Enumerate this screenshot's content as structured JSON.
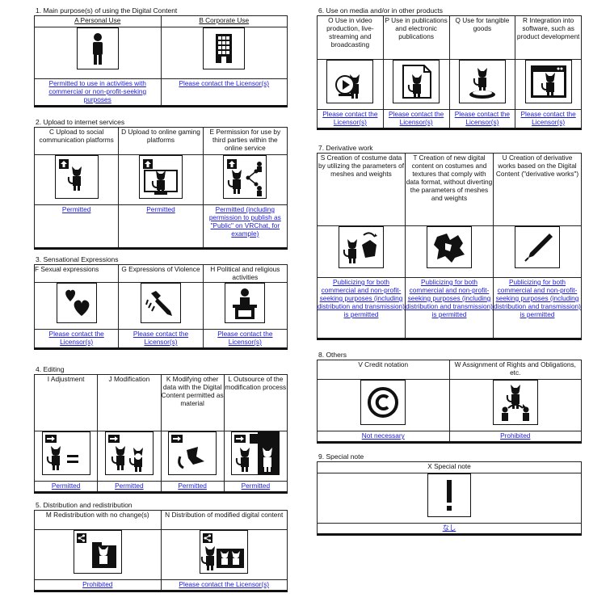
{
  "s1": {
    "title": "1. Main purpose(s) of using the Digital Content",
    "cols": [
      {
        "head": "A Personal Use",
        "icon": "person-icon",
        "result": "Permitted to use in activities with commercial or non-profit-seeking purposes"
      },
      {
        "head": "B Corporate Use",
        "icon": "building-icon",
        "result": "Please contact the Licensor(s)"
      }
    ]
  },
  "s2": {
    "title": "2. Upload to internet services",
    "cols": [
      {
        "head": "C Upload to social communication platforms",
        "icon": "upload-avatar-icon",
        "result": "Permitted"
      },
      {
        "head": "D Upload to online gaming platforms",
        "icon": "upload-game-icon",
        "result": "Permitted"
      },
      {
        "head": "E Permission for use by third parties within the online service",
        "icon": "upload-share-icon",
        "result": "Permitted (including permission to publish as \"Public\" on VRChat, for example)"
      }
    ]
  },
  "s3": {
    "title": "3. Sensational Expressions",
    "cols": [
      {
        "head": "F Sexual expressions",
        "icon": "hearts-icon",
        "result": "Please contact the Licensor(s)"
      },
      {
        "head": "G Expressions of Violence",
        "icon": "knife-icon",
        "result": "Please contact the Licensor(s)"
      },
      {
        "head": "H Political and religious activities",
        "icon": "podium-icon",
        "result": "Please contact the Licensor(s)"
      }
    ]
  },
  "s4": {
    "title": "4. Editing",
    "cols": [
      {
        "head": "I Adjustment",
        "icon": "adjust-icon",
        "result": "Permitted"
      },
      {
        "head": "J Modification",
        "icon": "modify-icon",
        "result": "Permitted"
      },
      {
        "head": "K Modifying other data with the Digital Content permitted as material",
        "icon": "material-icon",
        "result": "Permitted"
      },
      {
        "head": "L Outsource of the modification process",
        "icon": "outsource-icon",
        "result": "Permitted"
      }
    ]
  },
  "s5": {
    "title": "5. Distribution and redistribution",
    "cols": [
      {
        "head": "M Redistribution with no change(s)",
        "icon": "redistribute-icon",
        "result": "Prohibited"
      },
      {
        "head": "N Distribution of modified digital content",
        "icon": "distribute-modified-icon",
        "result": "Please contact the Licensor(s)"
      }
    ]
  },
  "s6": {
    "title": "6. Use on media and/or in other products",
    "cols": [
      {
        "head": "O Use in video production, live-streaming and broadcasting",
        "icon": "video-icon",
        "result": "Please contact the Licensor(s)"
      },
      {
        "head": "P Use in publications and electronic publications",
        "icon": "publication-icon",
        "result": "Please contact the Licensor(s)"
      },
      {
        "head": "Q Use for tangible goods",
        "icon": "figure-goods-icon",
        "result": "Please contact the Licensor(s)"
      },
      {
        "head": "R Integration into software, such as product development",
        "icon": "software-icon",
        "result": "Please contact the Licensor(s)"
      }
    ]
  },
  "s7": {
    "title": "7. Derivative work",
    "cols": [
      {
        "head": "S Creation of costume data by utilizing the parameters of meshes and weights",
        "icon": "costume-icon",
        "result": "Publicizing for both commercial and non-profit-seeking purposes (including distribution and transmission) is permitted"
      },
      {
        "head": "T Creation of new digital content on costumes and textures that comply with data format, without diverting the parameters of meshes and weights",
        "icon": "texture-icon",
        "result": "Publicizing for both commercial and non-profit-seeking purposes (including distribution and transmission) is permitted"
      },
      {
        "head": "U Creation of derivative works based on the Digital Content (\"derivative works\")",
        "icon": "pen-icon",
        "result": "Publicizing for both commercial and non-profit-seeking purposes (including distribution and transmission) is permitted"
      }
    ]
  },
  "s8": {
    "title": "8. Others",
    "cols": [
      {
        "head": "V Credit notation",
        "icon": "copyright-icon",
        "result": "Not necessary"
      },
      {
        "head": "W Assignment of Rights and Obligations, etc.",
        "icon": "assignment-icon",
        "result": "Prohibited"
      }
    ]
  },
  "s9": {
    "title": "9. Special note",
    "cols": [
      {
        "head": "X Special note",
        "icon": "exclamation-icon",
        "result": "なし"
      }
    ]
  }
}
